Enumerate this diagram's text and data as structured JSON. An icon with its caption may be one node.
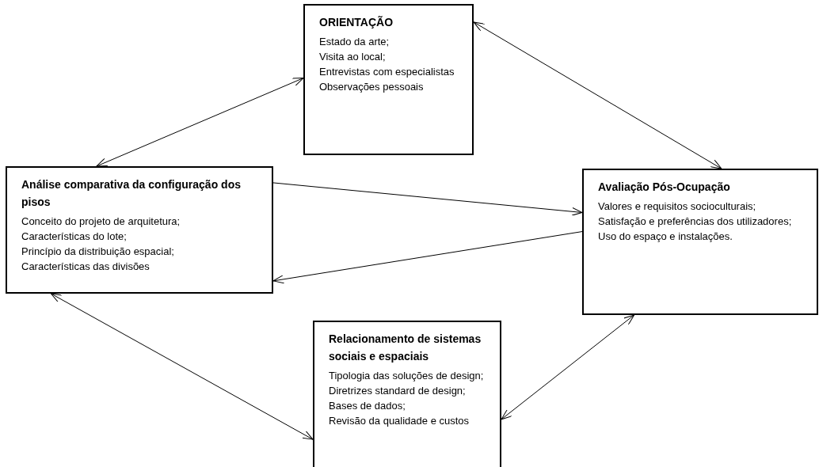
{
  "diagram": {
    "nodes": [
      {
        "text": [
          "ORIENTAÇÃO",
          "Estado da arte;",
          "Visita ao local;",
          "Entrevistas com especialistas",
          "Observações pessoais"
        ]
      },
      {
        "text": [
          "Análise comparativa da configuração dos pisos",
          "Conceito do projeto de arquitetura;",
          "Características do lote;",
          "Princípio da distribuição espacial;",
          "Características das divisões"
        ]
      },
      {
        "text": [
          "Avaliação Pós-Ocupação",
          "Valores e requisitos socioculturais;",
          "Satisfação e preferências dos utilizadores;",
          "Uso do espaço e instalações."
        ]
      },
      {
        "text": [
          "Relacionamento de sistemas sociais e espaciais",
          "Tipologia das soluções de design;",
          "Diretrizes standard de design;",
          "Bases de dados;",
          "Revisão da qualidade e custos"
        ]
      }
    ],
    "edges": [
      {
        "from": 1,
        "to": 0,
        "arrow": "both"
      },
      {
        "from": 0,
        "to": 2,
        "arrow": "both"
      },
      {
        "from": 1,
        "to": 2,
        "arrow": "to"
      },
      {
        "from": 2,
        "to": 1,
        "arrow": "to"
      },
      {
        "from": 1,
        "to": 3,
        "arrow": "both"
      },
      {
        "from": 3,
        "to": 2,
        "arrow": "both"
      }
    ]
  }
}
